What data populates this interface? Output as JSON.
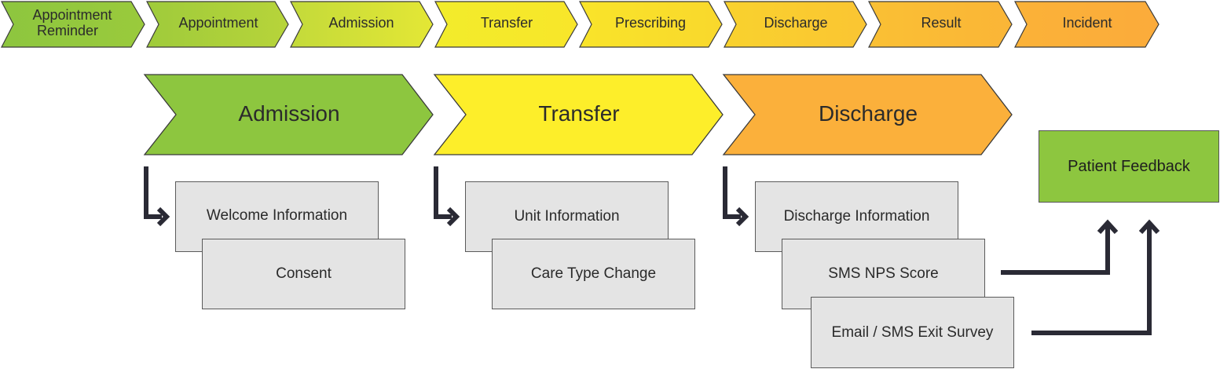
{
  "top_steps": [
    {
      "label_line1": "Appointment",
      "label_line2": "Reminder",
      "color": "#8dc63f"
    },
    {
      "label": "Appointment",
      "color": "#a6cd3a"
    },
    {
      "label": "Admission",
      "color": "#cfe03a"
    },
    {
      "label": "Transfer",
      "color": "#f5ec2a"
    },
    {
      "label": "Prescribing",
      "color": "#f8de2a"
    },
    {
      "label": "Discharge",
      "color": "#f9cd30"
    },
    {
      "label": "Result",
      "color": "#fabb34"
    },
    {
      "label": "Incident",
      "color": "#fbaf3a"
    }
  ],
  "stages": [
    {
      "label": "Admission",
      "color": "#8dc63f",
      "items": [
        "Welcome Information",
        "Consent"
      ]
    },
    {
      "label": "Transfer",
      "color": "#fdee2a",
      "items": [
        "Unit Information",
        "Care Type Change"
      ]
    },
    {
      "label": "Discharge",
      "color": "#fbb03b",
      "items": [
        "Discharge Information",
        "SMS NPS Score",
        "Email / SMS Exit Survey"
      ]
    }
  ],
  "feedback": {
    "label": "Patient Feedback",
    "color": "#8dc63f"
  },
  "colors": {
    "outline": "#3a3a3a",
    "arrow": "#2a2a35",
    "box_fill": "#e4e4e4"
  }
}
